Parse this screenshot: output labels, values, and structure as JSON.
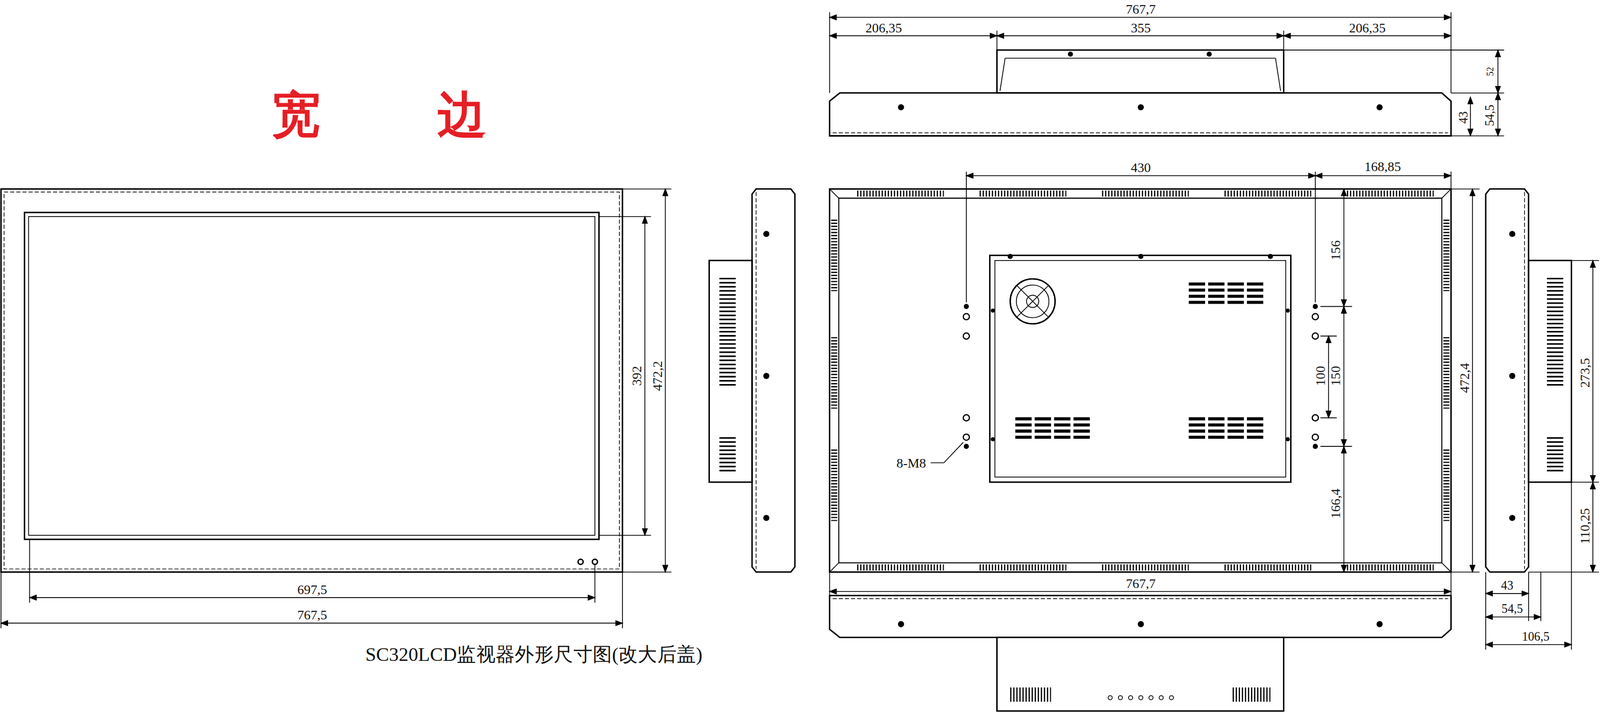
{
  "diagram": {
    "title": "宽 边",
    "caption": "SC320LCD监视器外形尺寸图(改大后盖)",
    "labels": [
      "392",
      "472,2",
      "697,5",
      "767,5",
      "767,7",
      "206,35",
      "355",
      "206,35",
      "52",
      "43",
      "54,5",
      "430",
      "168,85",
      "156",
      "100",
      "150",
      "166,4",
      "472,4",
      "767,7",
      "8-M8",
      "273,5",
      "110,25",
      "43",
      "54,5",
      "106,5"
    ]
  }
}
